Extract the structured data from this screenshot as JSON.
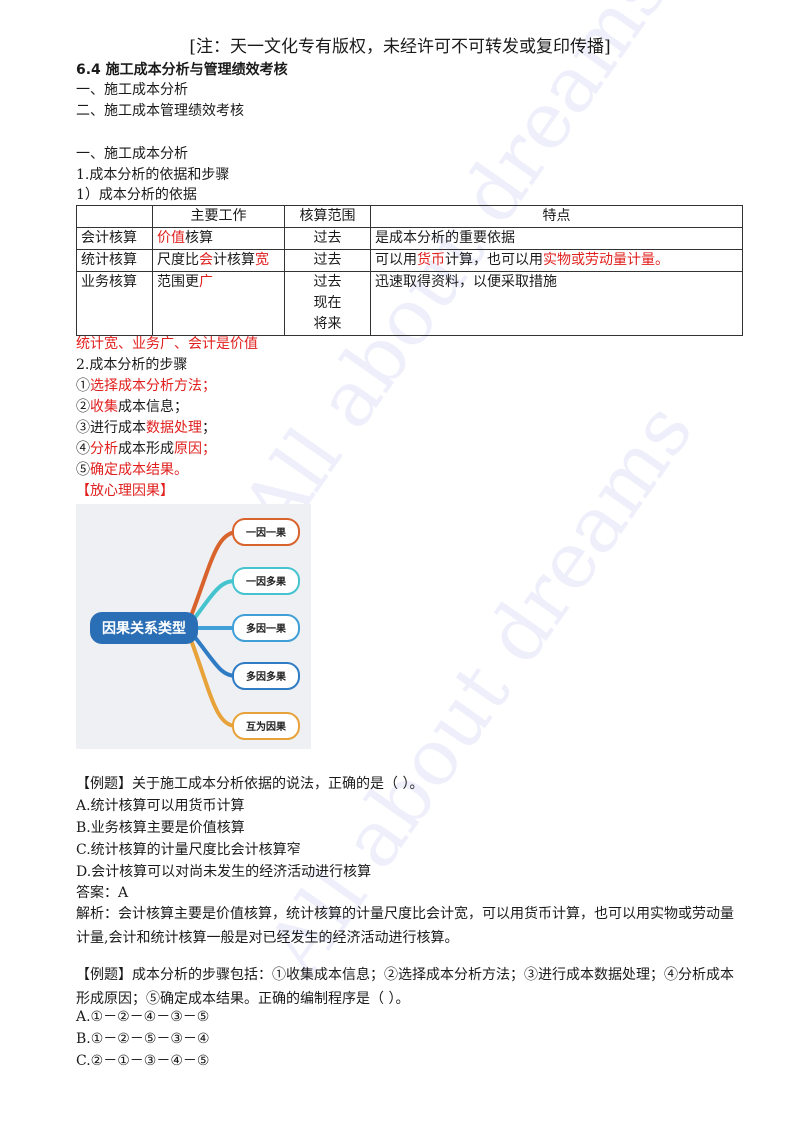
{
  "header": "[注：天一文化专有版权，未经许可不可转发或复印传播]",
  "section_title": "6.4 施工成本分析与管理绩效考核",
  "toc": [
    "一、施工成本分析",
    "二、施工成本管理绩效考核"
  ],
  "part1_title": "一、施工成本分析",
  "sub1": "1.成本分析的依据和步骤",
  "sub1_1": "1）成本分析的依据",
  "table": {
    "headers": [
      "",
      "主要工作",
      "核算范围",
      "特点"
    ],
    "rows": [
      {
        "name": "会计核算",
        "work_red": "价值",
        "work_rest": "核算",
        "range": "过去",
        "feature_a": "是成本分析的重要依据",
        "feature_b": "",
        "feature_c": "",
        "feature_d": ""
      },
      {
        "name": "统计核算",
        "work_pre": "尺度比",
        "work_red": "会",
        "work_mid": "计核算",
        "work_red2": "宽",
        "range": "过去",
        "feature_a": "可以用",
        "feature_b": "货币",
        "feature_c": "计算，也可以用",
        "feature_d": "实物或劳动量计量。"
      },
      {
        "name": "业务核算",
        "work_pre": "范围更",
        "work_red": "广",
        "range1": "过去",
        "range2": "现在",
        "range3": "将来",
        "feature_a": "迅速取得资料，以便采取措施"
      }
    ]
  },
  "mnemonic": "统计宽、业务广、会计是价值",
  "sub2": "2.成本分析的步骤",
  "steps": [
    {
      "num": "①",
      "red": "选择成本分析方法",
      "tail": "；"
    },
    {
      "num": "②",
      "red": "收集",
      "tail": "成本信息；"
    },
    {
      "num": "③",
      "pre": "进行成本",
      "red": "数据处理",
      "tail": "；"
    },
    {
      "num": "④",
      "red": "分析",
      "mid": "成本形成",
      "red2": "原因",
      "tail": "；"
    },
    {
      "num": "⑤",
      "red": "确定成本结果",
      "tail": "。"
    }
  ],
  "bracket_title": "【放心理因果】",
  "mind": {
    "center": "因果关系类型",
    "branches": [
      "一因一果",
      "一因多果",
      "多因一果",
      "多因多果",
      "互为因果"
    ]
  },
  "q1": {
    "stem": "【例题】关于施工成本分析依据的说法，正确的是（ ）。",
    "options": [
      "A.统计核算可以用货币计算",
      "B.业务核算主要是价值核算",
      "C.统计核算的计量尺度比会计核算窄",
      "D.会计核算可以对尚未发生的经济活动进行核算"
    ],
    "answer": "答案：A",
    "analysis": "解析：会计核算主要是价值核算，统计核算的计量尺度比会计宽，可以用货币计算，也可以用实物或劳动量计量,会计和统计核算一般是对已经发生的经济活动进行核算。"
  },
  "q2": {
    "stem": "【例题】成本分析的步骤包括：①收集成本信息；②选择成本分析方法；③进行成本数据处理；④分析成本形成原因；⑤确定成本结果。正确的编制程序是（ ）。",
    "options": [
      "A.①－②－④－③－⑤",
      "B.①－②－⑤－③－④",
      "C.②－①－③－④－⑤"
    ]
  },
  "watermark": "All about dreams",
  "colors": {
    "red": "#e0201e",
    "mind_center": "#2a6fb5",
    "branch1": "#d9632c",
    "branch2": "#45c3cf",
    "branch3": "#3f9fd6",
    "branch4": "#2f7cc4",
    "branch5": "#e8a23a"
  }
}
